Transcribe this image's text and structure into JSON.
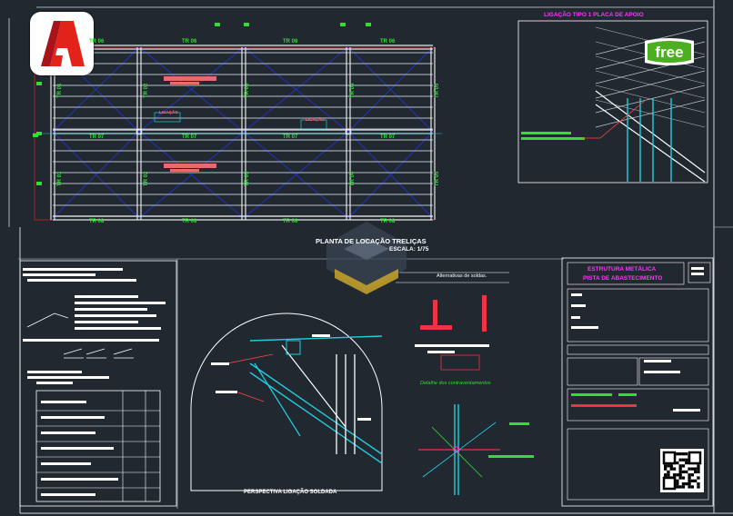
{
  "app": {
    "icon": "autocad-logo-icon",
    "badge": "free"
  },
  "plan": {
    "title": "PLANTA DE LOCAÇÃO TRELIÇAS",
    "scale": "ESCALA: 1/75",
    "top_truss_labels": [
      "TR 06",
      "TR 06",
      "TR 06",
      "TR 06"
    ],
    "middle_truss_labels": [
      "TR 07",
      "TR 07",
      "TR 07",
      "TR 07"
    ],
    "bottom_truss_labels": [
      "TR 08",
      "TR 08",
      "TR 08",
      "TR 08"
    ],
    "vertical_truss_labels_upper": [
      "TR 01",
      "TR 02",
      "TR 03",
      "TR 04",
      "TR 05"
    ],
    "vertical_truss_labels_lower": [
      "TR 01",
      "TR 02",
      "TR 03",
      "TR 04",
      "TR 05"
    ],
    "connection_tags": [
      "LIGAÇÃO",
      "LIGAÇÃO"
    ]
  },
  "detail_top_right": {
    "title": "LIGAÇÃO TIPO 1 PLACA DE APOIO"
  },
  "alternatives": {
    "title": "Alternativas de soldas."
  },
  "bracing": {
    "title": "Detalhe dos contraventamentos"
  },
  "perspective": {
    "title": "PERSPECTIVA LIGAÇÃO SOLDADA"
  },
  "title_block": {
    "line1": "ESTRUTURA METÁLICA",
    "line2": "PISTA DE ABASTECIMENTO"
  },
  "watermark": {
    "icon": "layers-logo-icon"
  },
  "qr": {
    "icon": "qr-code-icon"
  },
  "colors": {
    "background": "#212830",
    "truss": "#e6e6e6",
    "label": "#33dd33",
    "brace": "#2233cc",
    "accent_red": "#ee2222",
    "magenta": "#ff33ff",
    "cyan": "#22ccdd"
  }
}
